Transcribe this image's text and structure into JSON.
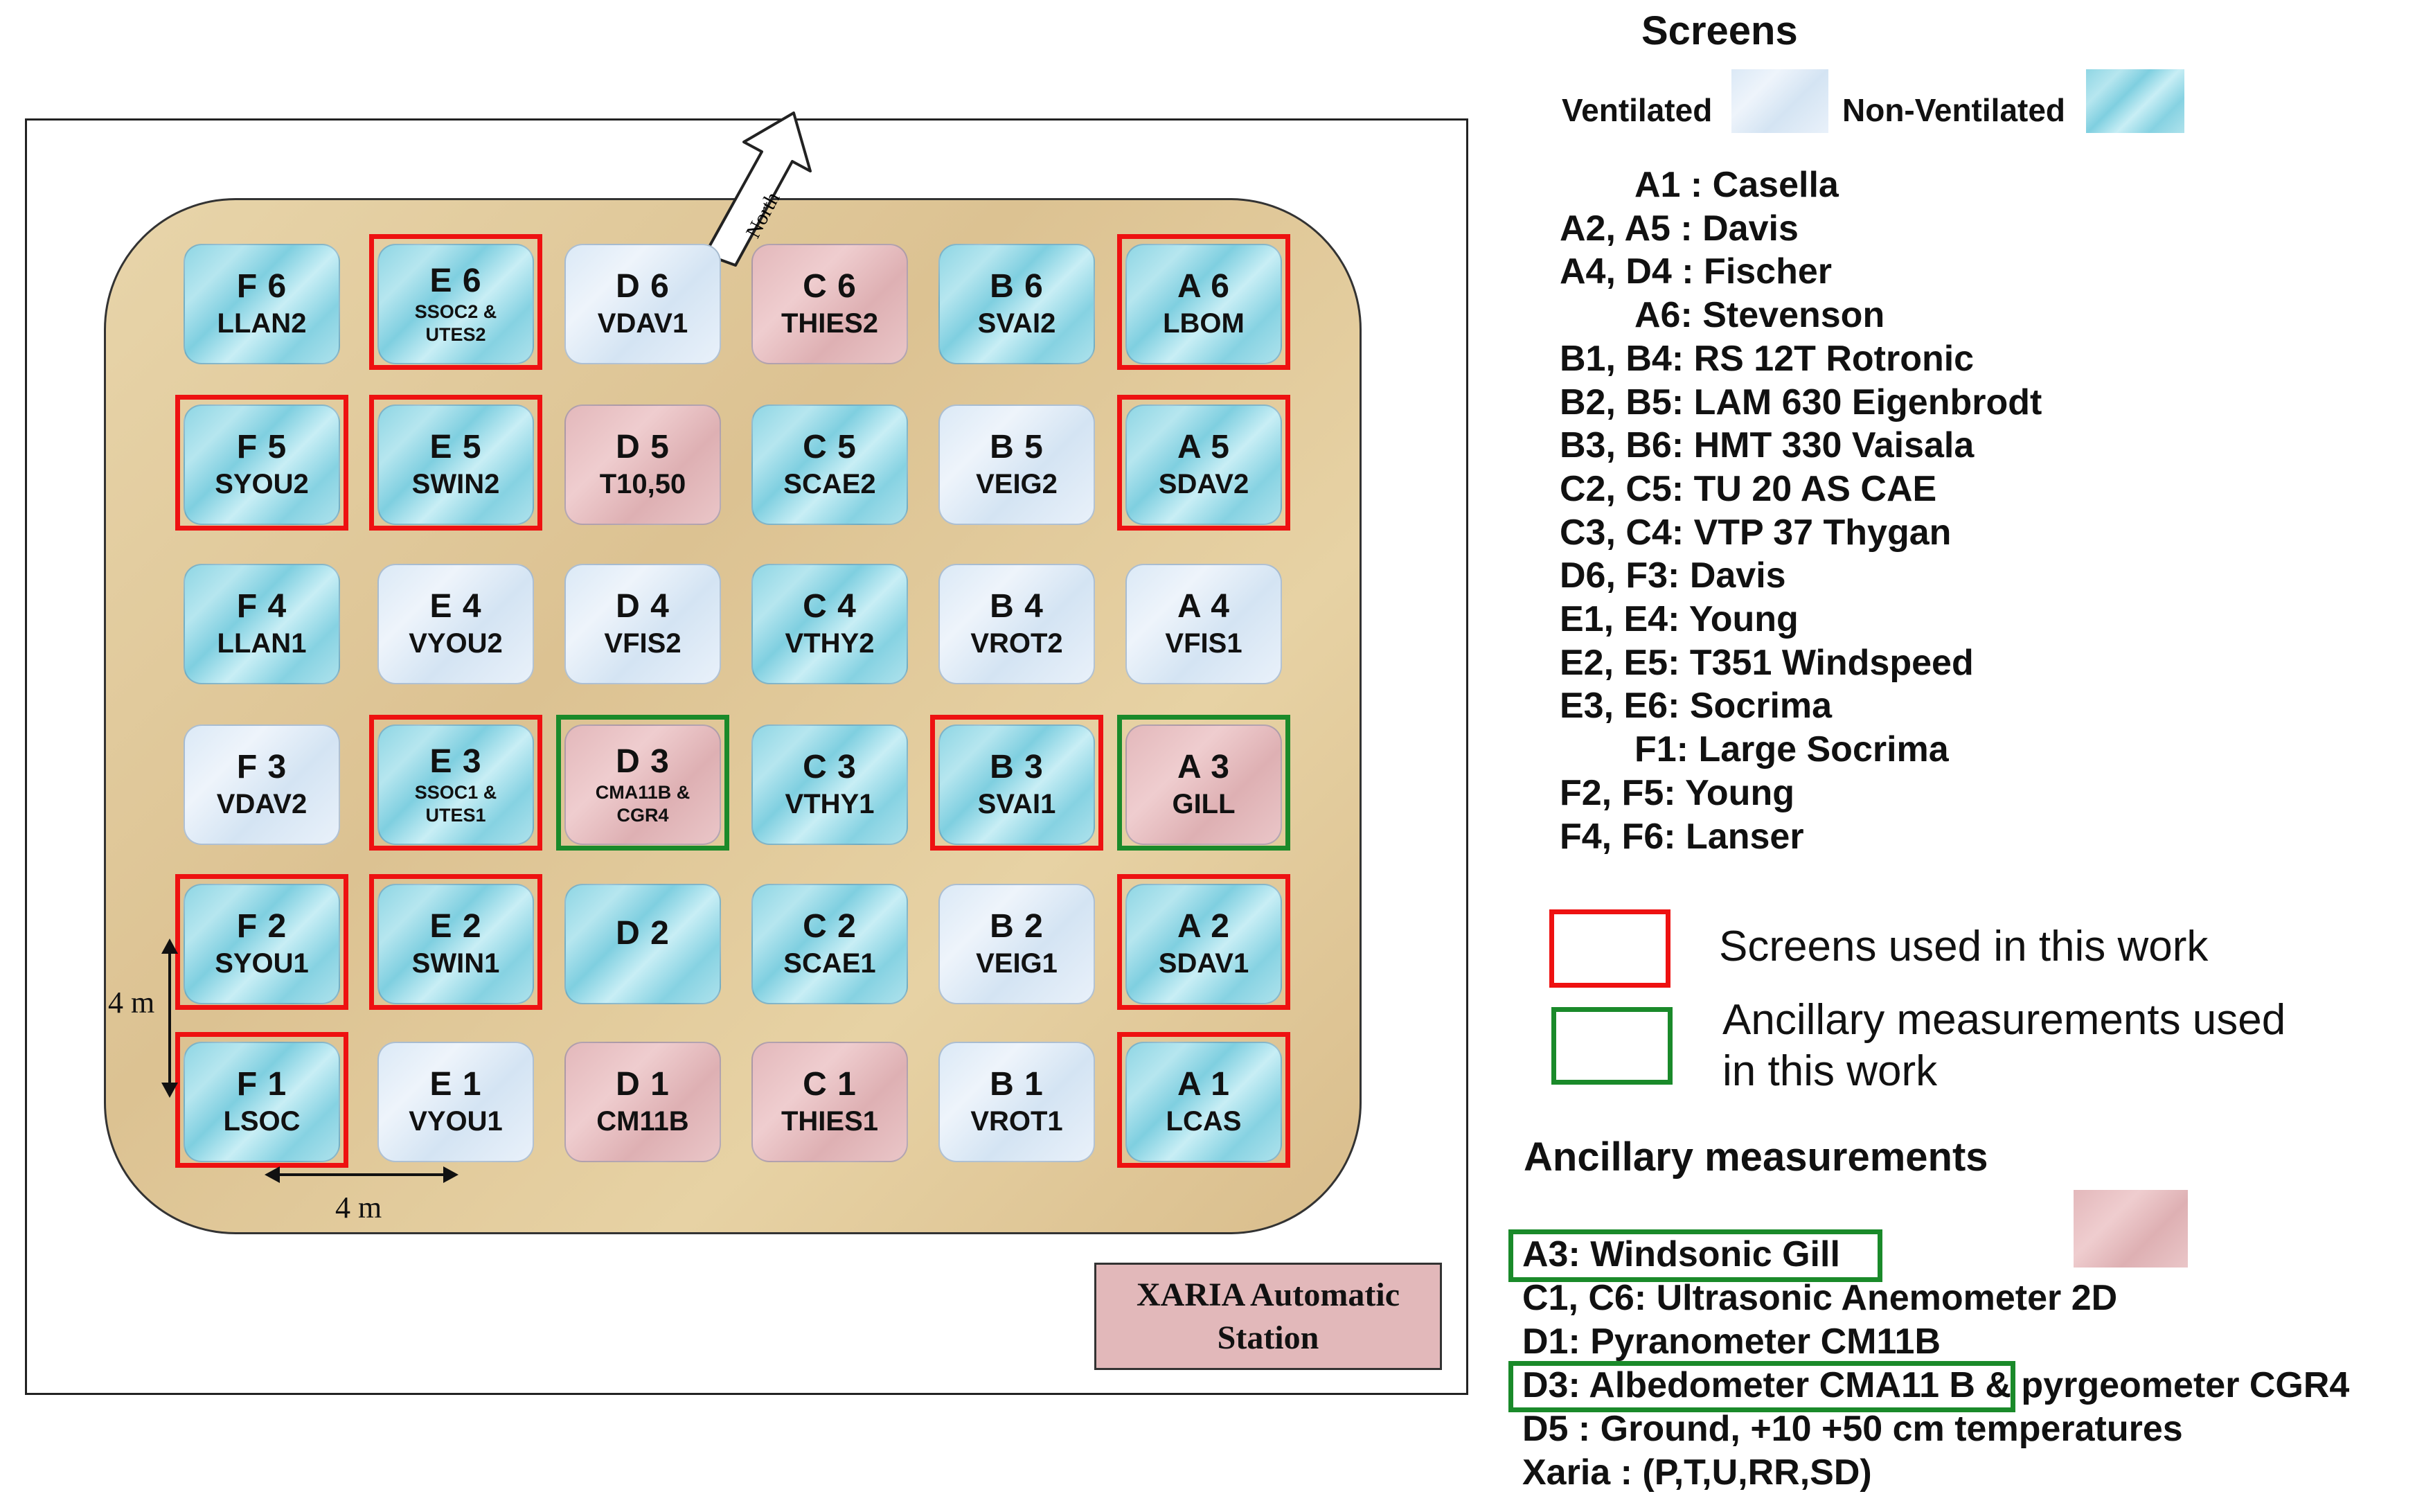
{
  "map": {
    "north_label": "North",
    "dim_vertical": "4 m",
    "dim_horizontal": "4 m",
    "station": {
      "line1": "XARIA Automatic",
      "line2": "Station"
    },
    "cells": [
      {
        "code": "F 6",
        "label": "LLAN2",
        "type": "nonvent"
      },
      {
        "code": "E 6",
        "label": "SSOC2 & UTES2",
        "type": "nonvent"
      },
      {
        "code": "D 6",
        "label": "VDAV1",
        "type": "vent"
      },
      {
        "code": "C 6",
        "label": "THIES2",
        "type": "anc"
      },
      {
        "code": "B 6",
        "label": "SVAI2",
        "type": "nonvent"
      },
      {
        "code": "A 6",
        "label": "LBOM",
        "type": "nonvent"
      },
      {
        "code": "F 5",
        "label": "SYOU2",
        "type": "nonvent"
      },
      {
        "code": "E 5",
        "label": "SWIN2",
        "type": "nonvent"
      },
      {
        "code": "D 5",
        "label": "T10,50",
        "type": "anc"
      },
      {
        "code": "C 5",
        "label": "SCAE2",
        "type": "nonvent"
      },
      {
        "code": "B 5",
        "label": "VEIG2",
        "type": "vent"
      },
      {
        "code": "A 5",
        "label": "SDAV2",
        "type": "nonvent"
      },
      {
        "code": "F 4",
        "label": "LLAN1",
        "type": "nonvent"
      },
      {
        "code": "E 4",
        "label": "VYOU2",
        "type": "vent"
      },
      {
        "code": "D 4",
        "label": "VFIS2",
        "type": "vent"
      },
      {
        "code": "C 4",
        "label": "VTHY2",
        "type": "nonvent"
      },
      {
        "code": "B 4",
        "label": "VROT2",
        "type": "vent"
      },
      {
        "code": "A 4",
        "label": "VFIS1",
        "type": "vent"
      },
      {
        "code": "F 3",
        "label": "VDAV2",
        "type": "vent"
      },
      {
        "code": "E 3",
        "label": "SSOC1 & UTES1",
        "type": "nonvent"
      },
      {
        "code": "D 3",
        "label": "CMA11B & CGR4",
        "type": "anc"
      },
      {
        "code": "C 3",
        "label": "VTHY1",
        "type": "nonvent"
      },
      {
        "code": "B 3",
        "label": "SVAI1",
        "type": "nonvent"
      },
      {
        "code": "A 3",
        "label": "GILL",
        "type": "anc"
      },
      {
        "code": "F 2",
        "label": "SYOU1",
        "type": "nonvent"
      },
      {
        "code": "E 2",
        "label": "SWIN1",
        "type": "nonvent"
      },
      {
        "code": "D 2",
        "label": "",
        "type": "nonvent"
      },
      {
        "code": "C 2",
        "label": "SCAE1",
        "type": "nonvent"
      },
      {
        "code": "B 2",
        "label": "VEIG1",
        "type": "vent"
      },
      {
        "code": "A 2",
        "label": "SDAV1",
        "type": "nonvent"
      },
      {
        "code": "F 1",
        "label": "LSOC",
        "type": "nonvent"
      },
      {
        "code": "E 1",
        "label": "VYOU1",
        "type": "vent"
      },
      {
        "code": "D 1",
        "label": "CM11B",
        "type": "anc"
      },
      {
        "code": "C 1",
        "label": "THIES1",
        "type": "anc"
      },
      {
        "code": "B 1",
        "label": "VROT1",
        "type": "vent"
      },
      {
        "code": "A 1",
        "label": "LCAS",
        "type": "nonvent"
      }
    ]
  },
  "legend": {
    "screens_title": "Screens",
    "ventilated": "Ventilated",
    "non_ventilated": "Non-Ventilated",
    "instruments": [
      "A1 : Casella",
      "A2, A5 : Davis",
      "A4, D4 : Fischer",
      "A6: Stevenson",
      "B1, B4: RS 12T Rotronic",
      "B2, B5: LAM 630 Eigenbrodt",
      "B3, B6: HMT 330 Vaisala",
      "C2, C5: TU 20 AS CAE",
      "C3, C4: VTP 37 Thygan",
      "D6, F3: Davis",
      "E1, E4: Young",
      "E2, E5: T351 Windspeed",
      "E3, E6: Socrima",
      "F1: Large Socrima",
      "F2, F5: Young",
      "F4, F6: Lanser"
    ],
    "red_box_label": "Screens used in this work",
    "green_box_label_line1": "Ancillary measurements used",
    "green_box_label_line2": "in this work",
    "ancillary_title": "Ancillary measurements",
    "ancillary_items": [
      "A3: Windsonic Gill",
      "C1, C6: Ultrasonic Anemometer 2D",
      "D1: Pyranometer CM11B",
      "D3: Albedometer CMA11 B & pyrgeometer CGR4",
      "D5 : Ground, +10 +50 cm temperatures",
      "Xaria : (P,T,U,RR,SD)"
    ]
  },
  "colors": {
    "used_screen_box": "#ee1111",
    "used_ancillary_box": "#1a8a2a",
    "ancillary_fill": "#e2b8ba"
  }
}
